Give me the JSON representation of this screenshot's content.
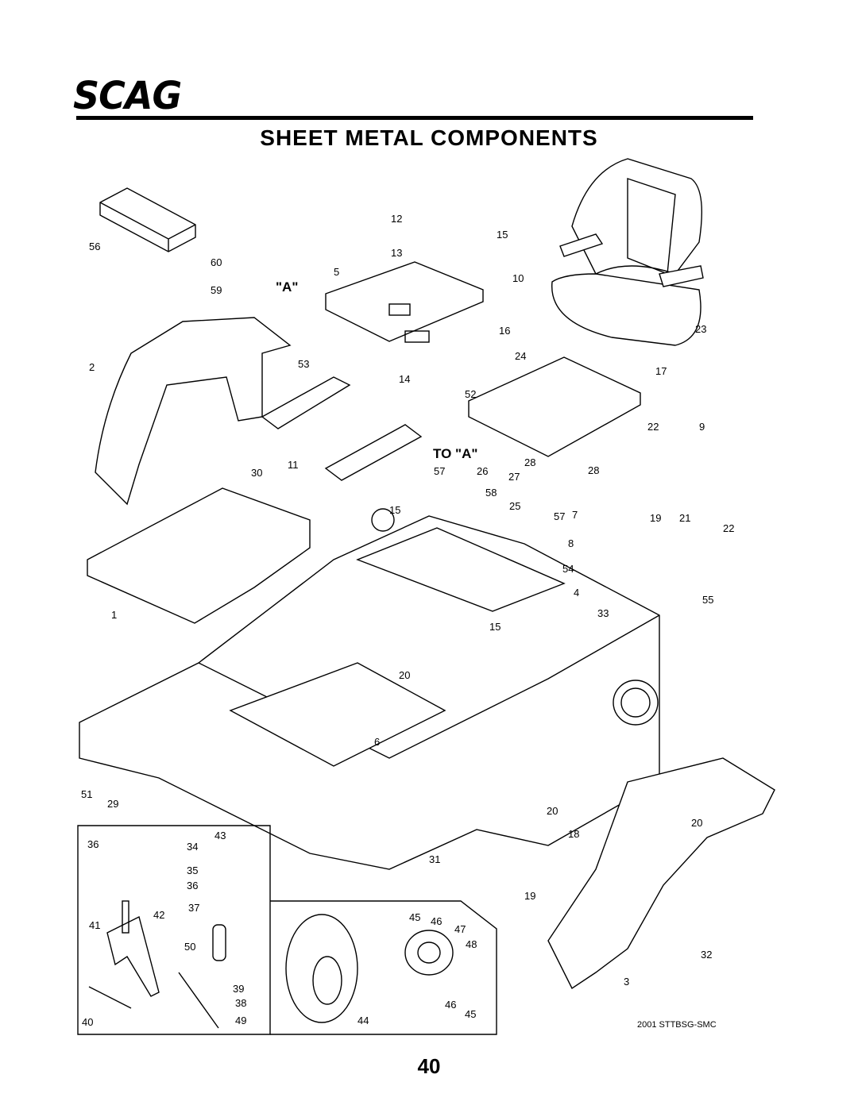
{
  "header": {
    "logo_text": "SCAG",
    "title": "SHEET  METAL  COMPONENTS"
  },
  "diagram": {
    "reference_labels": [
      "\"A\"",
      "TO \"A\""
    ],
    "callouts": [
      "12",
      "15",
      "56",
      "60",
      "13",
      "5",
      "10",
      "59",
      "23",
      "2",
      "53",
      "16",
      "24",
      "14",
      "17",
      "52",
      "22",
      "9",
      "30",
      "11",
      "57",
      "26",
      "28",
      "27",
      "28",
      "58",
      "15",
      "25",
      "57",
      "7",
      "19",
      "21",
      "8",
      "22",
      "54",
      "1",
      "4",
      "55",
      "33",
      "15",
      "20",
      "6",
      "51",
      "29",
      "20",
      "20",
      "36",
      "43",
      "34",
      "18",
      "35",
      "31",
      "36",
      "37",
      "19",
      "42",
      "41",
      "45",
      "46",
      "47",
      "48",
      "50",
      "32",
      "39",
      "3",
      "38",
      "46",
      "45",
      "40",
      "49",
      "44"
    ],
    "footnote": "2001 STTBSG-SMC"
  },
  "page": {
    "number": "40"
  }
}
